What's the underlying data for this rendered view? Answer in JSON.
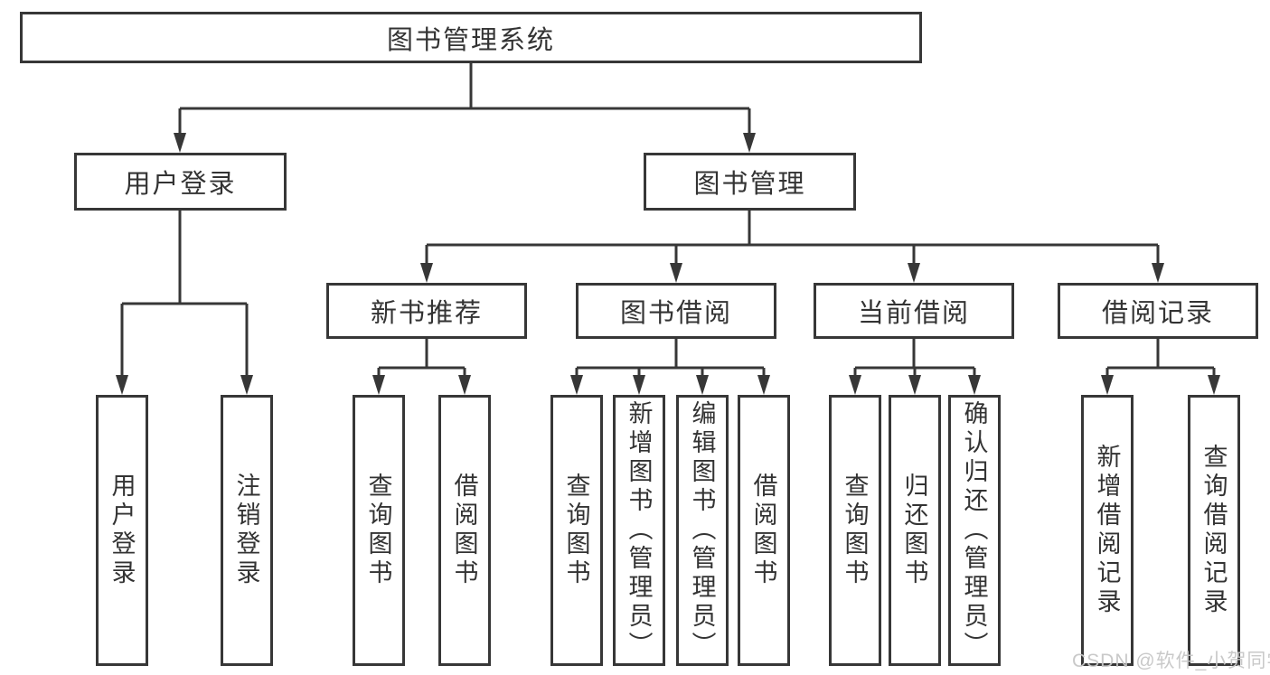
{
  "colors": {
    "line": "#373737",
    "text": "#333333",
    "box_fill": "#ffffff",
    "watermark": "#c6c6c6"
  },
  "tree": {
    "label": "图书管理系统",
    "children": [
      {
        "label": "用户登录",
        "children": [
          {
            "label": "用户登录"
          },
          {
            "label": "注销登录"
          }
        ]
      },
      {
        "label": "图书管理",
        "children": [
          {
            "label": "新书推荐",
            "children": [
              {
                "label": "查询图书"
              },
              {
                "label": "借阅图书"
              }
            ]
          },
          {
            "label": "图书借阅",
            "children": [
              {
                "label": "查询图书"
              },
              {
                "label": "新增图书（管理员）"
              },
              {
                "label": "编辑图书（管理员）"
              },
              {
                "label": "借阅图书"
              }
            ]
          },
          {
            "label": "当前借阅",
            "children": [
              {
                "label": "查询图书"
              },
              {
                "label": "归还图书"
              },
              {
                "label": "确认归还（管理员）"
              }
            ]
          },
          {
            "label": "借阅记录",
            "children": [
              {
                "label": "新增借阅记录"
              },
              {
                "label": "查询借阅记录"
              }
            ]
          }
        ]
      }
    ]
  },
  "watermark": {
    "text": "CSDN @软件_小贺同学"
  }
}
